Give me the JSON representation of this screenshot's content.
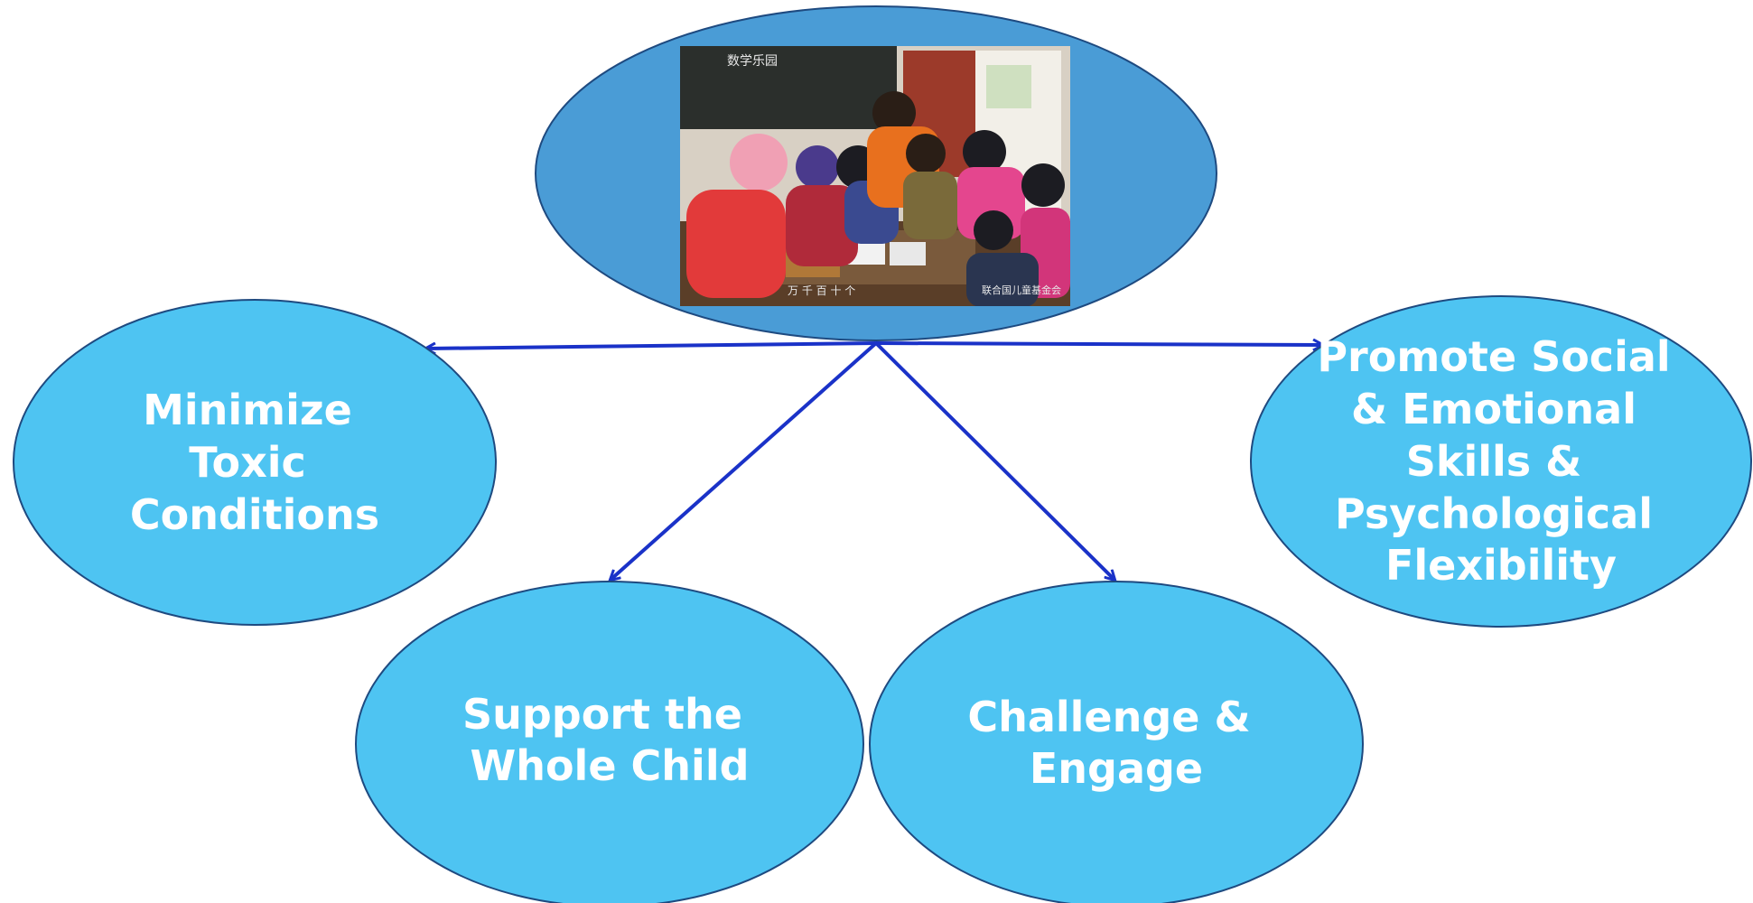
{
  "colors": {
    "center_fill": "#4a9cd6",
    "node_fill": "#4ec4f2",
    "outline": "#1e4a80",
    "arrow": "#1a32c8",
    "label": "#ffffff"
  },
  "center": {
    "photo_board_text": "数学乐园",
    "photo_caption": "联合国儿童基金会",
    "photo_counter_text": "万 千 百 十 个"
  },
  "nodes": {
    "minimize": {
      "line1": "Minimize",
      "line2": "Toxic",
      "line3": "Conditions"
    },
    "support": {
      "line1": "Support the",
      "line2": "Whole Child"
    },
    "challenge": {
      "line1": "Challenge &",
      "line2": "Engage"
    },
    "promote": {
      "line1": "Promote Social",
      "line2": "& Emotional",
      "line3": "Skills &",
      "line4": "Psychological",
      "line5": "Flexibility"
    }
  }
}
